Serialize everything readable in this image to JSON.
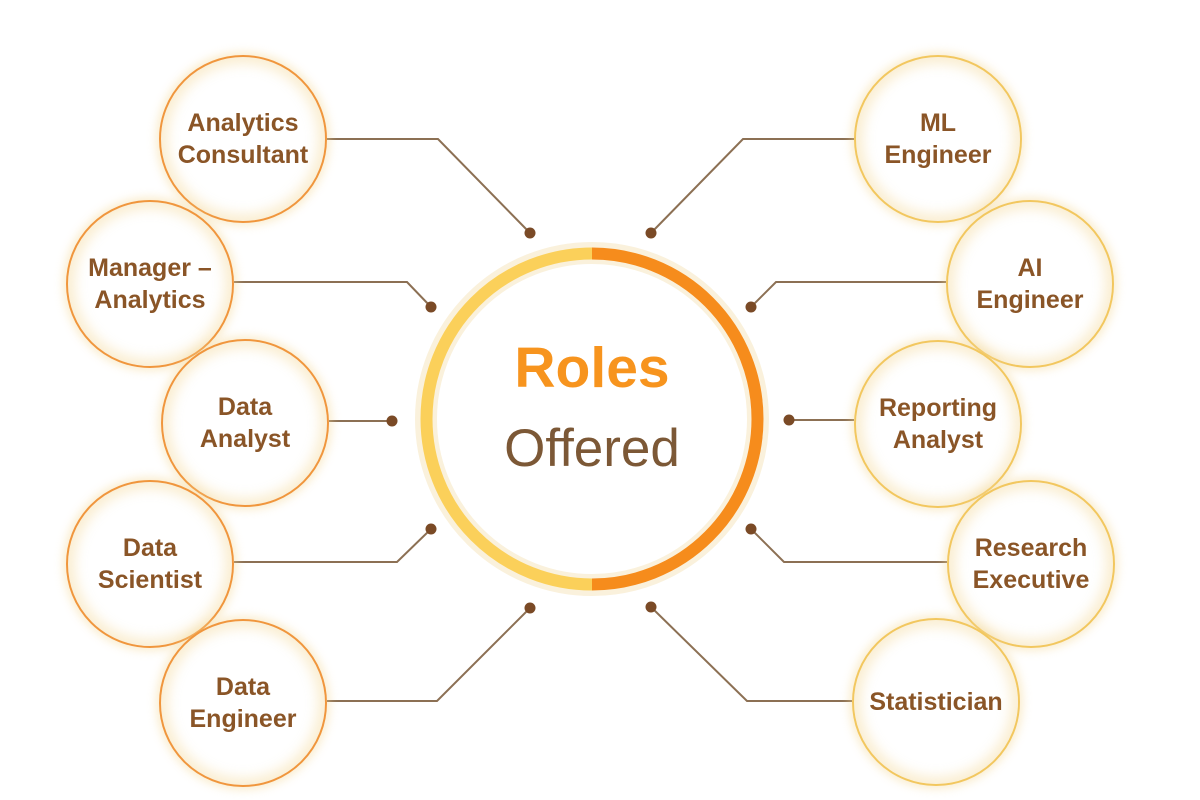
{
  "center": {
    "title_primary": "Roles",
    "title_secondary": "Offered"
  },
  "roles": [
    {
      "label": "Analytics\nConsultant",
      "side": "left"
    },
    {
      "label": "Manager –\nAnalytics",
      "side": "left"
    },
    {
      "label": "Data\nAnalyst",
      "side": "left"
    },
    {
      "label": "Data\nScientist",
      "side": "left"
    },
    {
      "label": "Data\nEngineer",
      "side": "left"
    },
    {
      "label": "ML\nEngineer",
      "side": "right"
    },
    {
      "label": "AI\nEngineer",
      "side": "right"
    },
    {
      "label": "Reporting\nAnalyst",
      "side": "right"
    },
    {
      "label": "Research\nExecutive",
      "side": "right"
    },
    {
      "label": "Statistician",
      "side": "right"
    }
  ],
  "colors": {
    "ring_left": "#FBD05A",
    "ring_right": "#F68C1C",
    "ring_halo": "#FAF1DC",
    "node_border_left": "#F0963D",
    "node_border_right": "#F2C75F",
    "node_text": "#8A5527",
    "title_primary": "#F7941E",
    "title_secondary": "#7C5836",
    "connector": "#8C7054",
    "dot": "#7A4A26"
  }
}
